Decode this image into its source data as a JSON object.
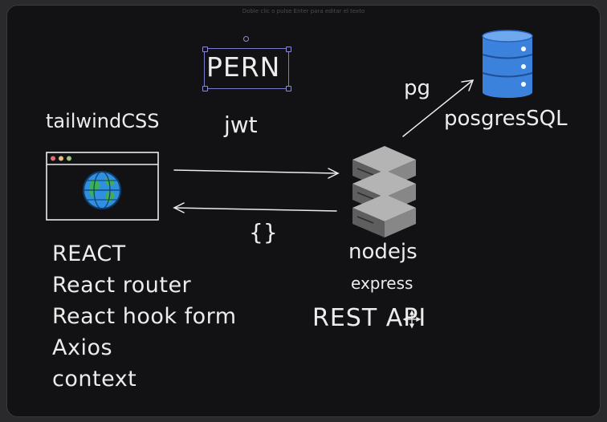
{
  "top_hint": "Doble clic o pulse Enter para editar el texto",
  "title": "PERN",
  "auth": "jwt",
  "frontend": {
    "styling": "tailwindCSS",
    "stack": [
      "REACT",
      "React router",
      "React hook form",
      "Axios",
      "context"
    ]
  },
  "payload_symbol": "{}",
  "backend": {
    "runtime": "nodejs",
    "framework": "express",
    "api": "REST API"
  },
  "database": {
    "driver": "pg",
    "name": "posgresSQL"
  },
  "colors": {
    "background": "#121214",
    "stroke": "#ececec",
    "selection": "#7b7cc9",
    "globe": "#2f8fe0",
    "database": "#3b82dd"
  },
  "icons": [
    "browser-window-icon",
    "globe-icon",
    "server-stack-icon",
    "database-icon",
    "move-cursor-icon"
  ]
}
